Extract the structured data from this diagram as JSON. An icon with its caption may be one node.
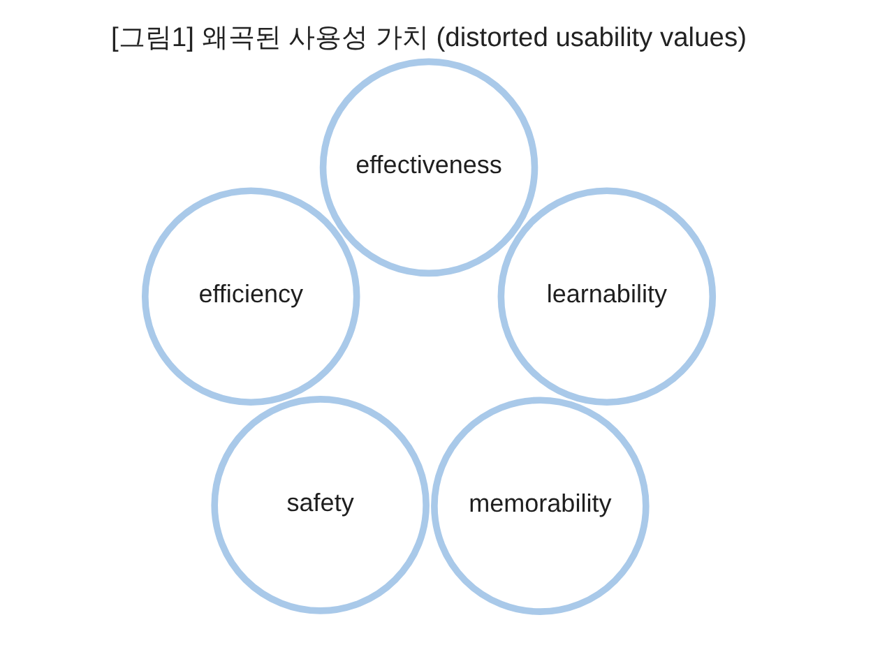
{
  "diagram": {
    "title": "[그림1] 왜곡된 사용성 가치 (distorted usability values)",
    "nodes": [
      {
        "text": [
          "effectiveness"
        ]
      },
      {
        "text": [
          "efficiency"
        ]
      },
      {
        "text": [
          "learnability"
        ]
      },
      {
        "text": [
          "safety"
        ]
      },
      {
        "text": [
          "memorability"
        ]
      }
    ]
  }
}
